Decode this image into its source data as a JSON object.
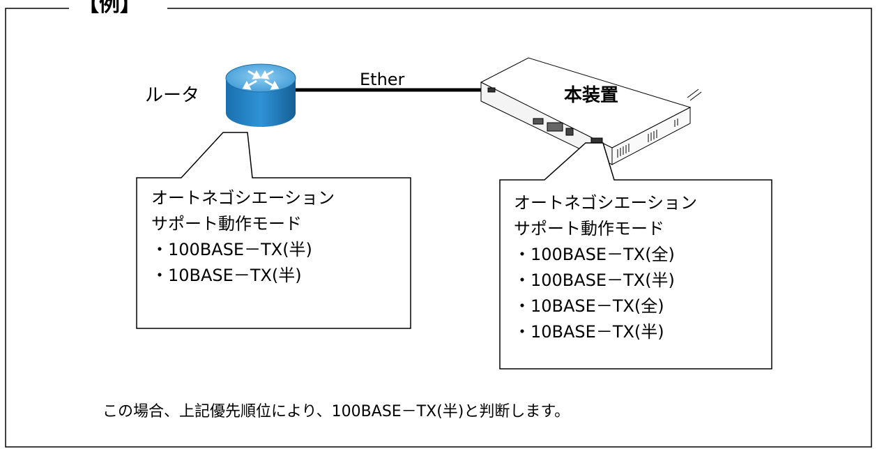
{
  "frame": {
    "heading": "【例】"
  },
  "diagram": {
    "router_label": "ルータ",
    "link_label": "Ether",
    "device_label": "本装置"
  },
  "router_callout": {
    "lines": [
      "オートネゴシエーション",
      "サポート動作モード",
      "・100BASE－TX(半)",
      "・10BASE－TX(半)"
    ]
  },
  "device_callout": {
    "lines": [
      "オートネゴシエーション",
      "サポート動作モード",
      "・100BASE－TX(全)",
      "・100BASE－TX(半)",
      "・10BASE－TX(全)",
      "・10BASE－TX(半)"
    ]
  },
  "conclusion": "この場合、上記優先順位により、100BASE－TX(半)と判断します。",
  "colors": {
    "router_top": "#5aaee0",
    "router_body": "#1f7fc3",
    "line": "#000000"
  }
}
